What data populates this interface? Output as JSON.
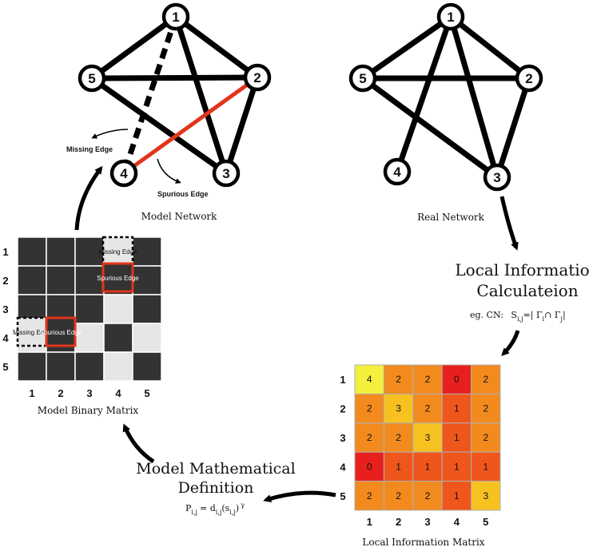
{
  "model_network": {
    "title": "Model Network",
    "nodes": [
      "1",
      "2",
      "3",
      "4",
      "5"
    ],
    "missing_edge_label": "Missing Edge",
    "spurious_edge_label": "Spurious Edge"
  },
  "real_network": {
    "title": "Real Network",
    "nodes": [
      "1",
      "2",
      "3",
      "4",
      "5"
    ]
  },
  "local_info": {
    "title_line1": "Local Information",
    "title_line2": "Calculateion",
    "formula_prefix": "eg. CN:",
    "formula_s": "S",
    "formula_sub": "i,j",
    "formula_rest": "=| Γ",
    "formula_i": "i",
    "formula_cap": "∩ Γ",
    "formula_j": "j",
    "formula_end": "|"
  },
  "model_definition": {
    "title_line1": "Model Mathematical",
    "title_line2": "Definition",
    "formula_p": "P",
    "formula_p_sub": "i,j",
    "formula_eq": "= d",
    "formula_d_sub": "i,j",
    "formula_s_open": "(s",
    "formula_s_sub": "i,j",
    "formula_close": ")",
    "formula_gamma": "γ"
  },
  "binary_matrix": {
    "title": "Model Binary Matrix",
    "row_labels": [
      "1",
      "2",
      "3",
      "4",
      "5"
    ],
    "col_labels": [
      "1",
      "2",
      "3",
      "4",
      "5"
    ],
    "annotations": {
      "missing_top": "Missing Edge",
      "spurious_top": "Spurious Edge",
      "missing_left": "Missing Edge",
      "spurious_left": "Spurious Edge"
    }
  },
  "info_matrix": {
    "title": "Local Information Matrix",
    "row_labels": [
      "1",
      "2",
      "3",
      "4",
      "5"
    ],
    "col_labels": [
      "1",
      "2",
      "3",
      "4",
      "5"
    ],
    "values": [
      [
        "4",
        "2",
        "2",
        "0",
        "2"
      ],
      [
        "2",
        "3",
        "2",
        "1",
        "2"
      ],
      [
        "2",
        "2",
        "3",
        "1",
        "2"
      ],
      [
        "0",
        "1",
        "1",
        "1",
        "1"
      ],
      [
        "2",
        "2",
        "2",
        "1",
        "3"
      ]
    ]
  },
  "colors": {
    "edge": "#000000",
    "spurious_edge": "#e2341c",
    "matrix_filled": "#333333",
    "matrix_empty": "#e6e6e6",
    "heat_0": "#e8201d",
    "heat_1": "#ef561c",
    "heat_2": "#f28a1e",
    "heat_3": "#f7c21f",
    "heat_4": "#f4ef3c"
  }
}
